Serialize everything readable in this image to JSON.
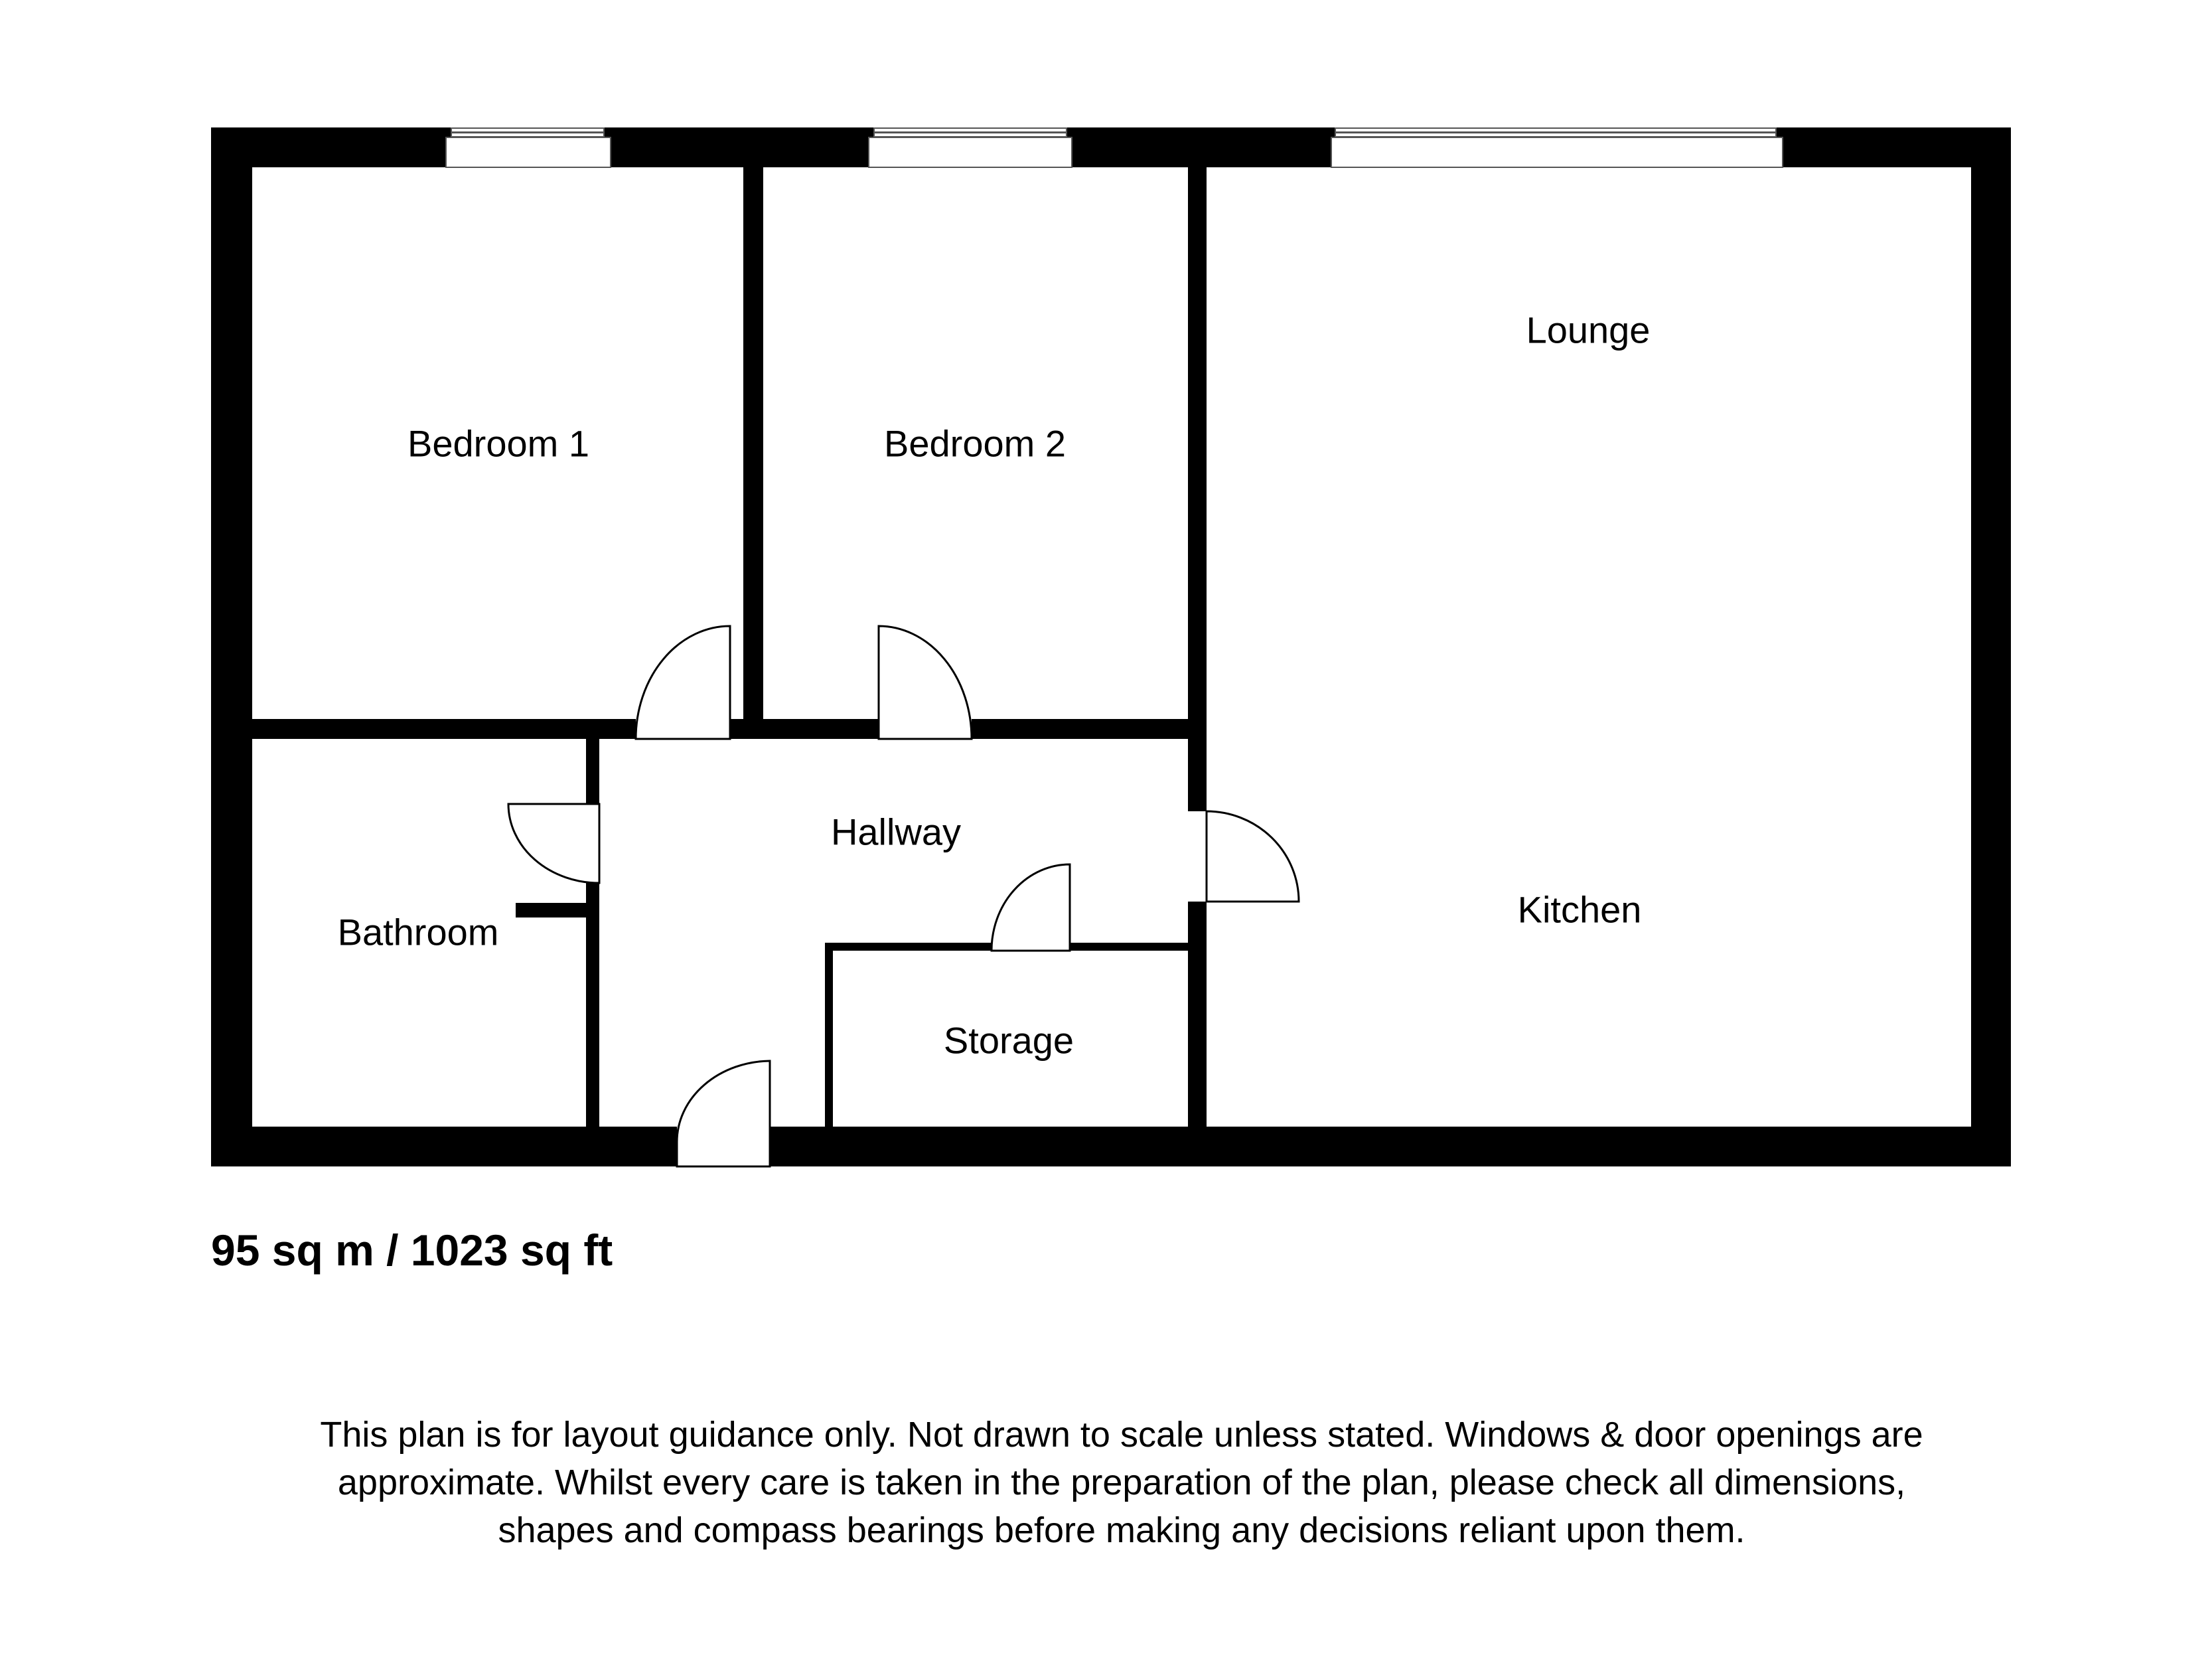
{
  "floorplan": {
    "rooms": [
      {
        "id": "bedroom-1",
        "label": "Bedroom 1"
      },
      {
        "id": "bedroom-2",
        "label": "Bedroom 2"
      },
      {
        "id": "lounge",
        "label": "Lounge"
      },
      {
        "id": "hallway",
        "label": "Hallway"
      },
      {
        "id": "bathroom",
        "label": "Bathroom"
      },
      {
        "id": "storage",
        "label": "Storage"
      },
      {
        "id": "kitchen",
        "label": "Kitchen"
      }
    ],
    "area_text": "95 sq m / 1023 sq ft",
    "disclaimer_lines": [
      "This plan is for layout guidance only. Not drawn to scale unless stated. Windows & door openings are",
      "approximate. Whilst every care is taken in the preparation of the plan, please check all dimensions,",
      "shapes and compass bearings before making any decisions reliant upon them."
    ],
    "colors": {
      "wall": "#000000",
      "background": "#ffffff"
    }
  }
}
